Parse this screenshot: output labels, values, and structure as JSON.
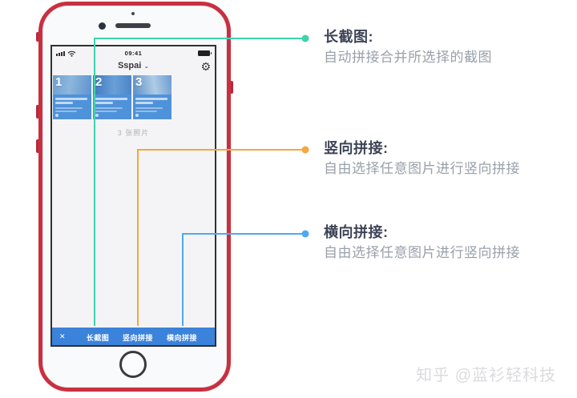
{
  "phone": {
    "status_bar": {
      "time": "09:41"
    },
    "nav": {
      "title": "Sspai",
      "chevron": "⌄",
      "gear_icon": "⚙"
    },
    "thumbnails": [
      {
        "number": "1"
      },
      {
        "number": "2"
      },
      {
        "number": "3"
      }
    ],
    "photos_caption": "3 张照片",
    "toolbar": {
      "close_icon": "✕",
      "buttons": [
        "长截图",
        "竖向拼接",
        "横向拼接"
      ]
    }
  },
  "annotations": [
    {
      "title": "长截图:",
      "desc": "自动拼接合并所选择的截图",
      "color": "#3ed3ae"
    },
    {
      "title": "竖向拼接:",
      "desc": "自由选择任意图片进行竖向拼接",
      "color": "#f5a73e"
    },
    {
      "title": "横向拼接:",
      "desc": "自由选择任意图片进行竖向拼接",
      "color": "#4fa8f0"
    }
  ],
  "watermark": "知乎 @蓝衫轻科技"
}
